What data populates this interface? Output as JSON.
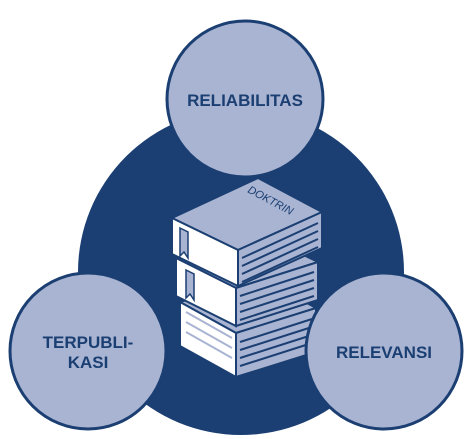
{
  "colors": {
    "center_circle": "#1b3f72",
    "outer_circle_fill": "#a9b4d2",
    "outer_circle_stroke": "#1b3f72",
    "book_cover": "#a9b4d2",
    "book_pages": "#ffffff",
    "book_outline": "#1b3f72"
  },
  "diagram": {
    "center_icon": "book-stack-icon",
    "book_label": "DOKTRIN",
    "circles": {
      "top": {
        "label": "RELIABILITAS"
      },
      "left": {
        "line1": "TERPUBLI-",
        "line2": "KASI"
      },
      "right": {
        "label": "RELEVANSI"
      }
    }
  }
}
